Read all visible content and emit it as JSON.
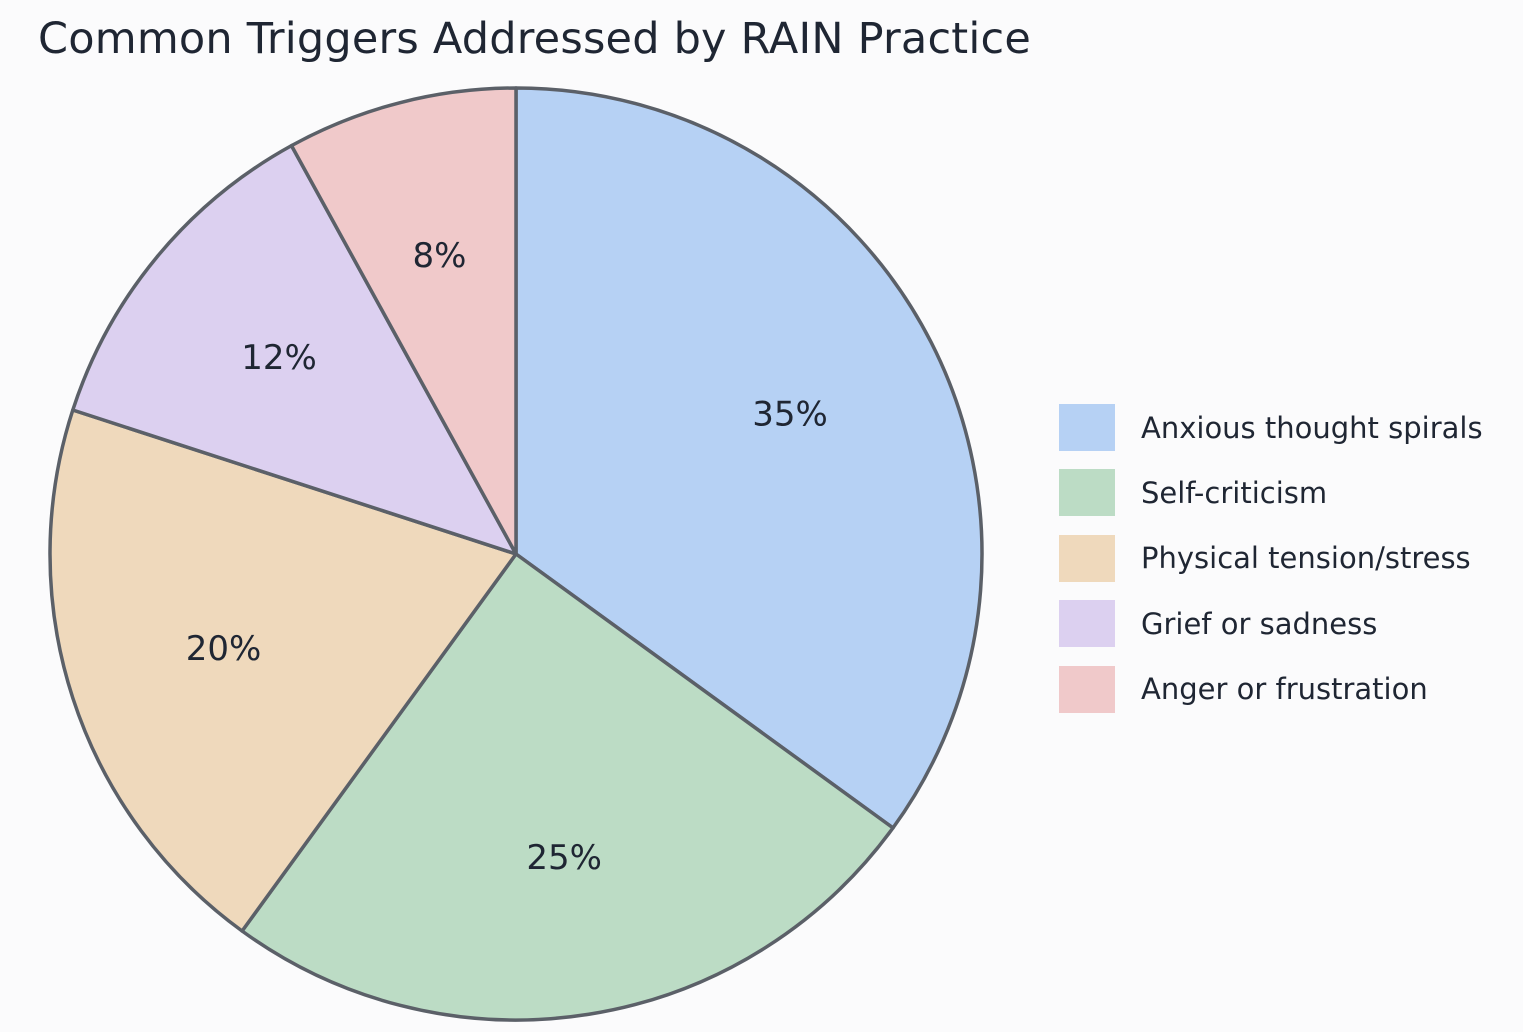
{
  "chart_data": {
    "type": "pie",
    "title": "Common Triggers Addressed by RAIN Practice",
    "categories": [
      "Anxious thought spirals",
      "Self-criticism",
      "Physical tension/stress",
      "Grief or sadness",
      "Anger or frustration"
    ],
    "values": [
      35,
      25,
      20,
      12,
      8
    ],
    "value_labels": [
      "35%",
      "25%",
      "20%",
      "12%",
      "8%"
    ],
    "colors": [
      "#b6d1f4",
      "#bcdcc5",
      "#efd9bc",
      "#dcd0f0",
      "#f0c9ca"
    ],
    "slice_order": "clockwise from top",
    "legend_position": "right",
    "legend": [
      {
        "label": "Anxious thought spirals",
        "color": "#b6d1f4"
      },
      {
        "label": "Self-criticism",
        "color": "#bcdcc5"
      },
      {
        "label": "Physical tension/stress",
        "color": "#efd9bc"
      },
      {
        "label": "Grief or sadness",
        "color": "#dcd0f0"
      },
      {
        "label": "Anger or frustration",
        "color": "#f0c9ca"
      }
    ]
  }
}
